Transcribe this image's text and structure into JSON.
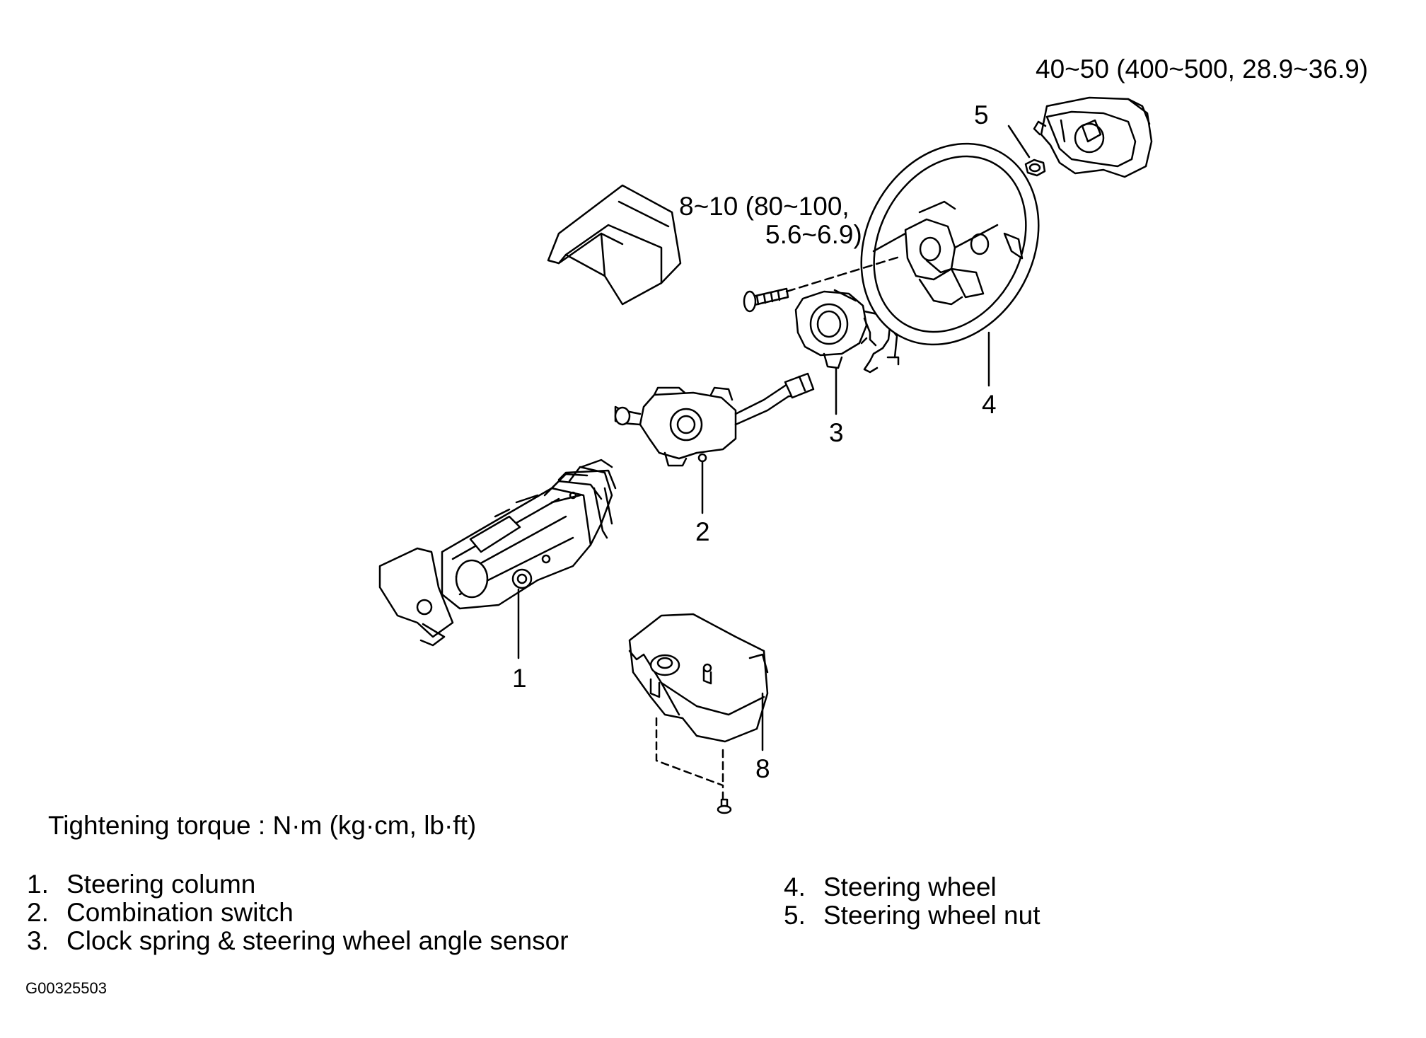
{
  "figure": {
    "callouts": [
      "1",
      "2",
      "3",
      "4",
      "5",
      "8"
    ],
    "torque_labels": {
      "nut": "40~50 (400~500, 28.9~36.9)",
      "bolt_line1": "8~10 (80~100,",
      "bolt_line2": "5.6~6.9)"
    },
    "torque_note": "Tightening torque : N·m (kg·cm, lb·ft)",
    "legend": {
      "left": [
        {
          "num": "1.",
          "text": "Steering column"
        },
        {
          "num": "2.",
          "text": "Combination switch"
        },
        {
          "num": "3.",
          "text": "Clock spring & steering wheel angle sensor"
        }
      ],
      "right": [
        {
          "num": "4.",
          "text": "Steering wheel"
        },
        {
          "num": "5.",
          "text": "Steering wheel nut"
        }
      ]
    },
    "figure_id": "G00325503"
  }
}
